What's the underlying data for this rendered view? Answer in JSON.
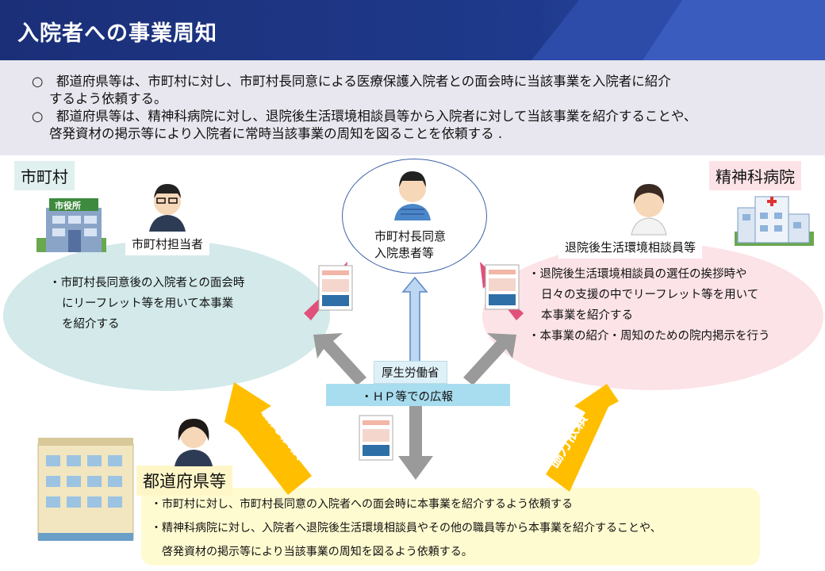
{
  "header": {
    "title": "入院者への事業周知"
  },
  "summary": {
    "lines": [
      "○　都道府県等は、市町村に対し、市町村長同意による医療保護入院者との面会時に当該事業を入院者に紹介",
      "するよう依頼する。",
      "○　都道府県等は、精神科病院に対し、退院後生活環境相談員等から入院者に対して当該事業を紹介することや、",
      "啓発資材の掲示等により入院者に常時当該事業の周知を図ることを依頼する ."
    ]
  },
  "municipality": {
    "tag": "市町村",
    "building_sign": "市役所",
    "staff_label": "市町村担当者",
    "bullets": [
      "・市町村長同意後の入院者との面会時",
      "にリーフレット等を用いて本事業",
      "を紹介する"
    ]
  },
  "hospital": {
    "tag": "精神科病院",
    "staff_label": "退院後生活環境相談員等",
    "bullets": [
      "・退院後生活環境相談員の選任の挨拶時や",
      "日々の支援の中でリーフレット等を用いて",
      "本事業を紹介する",
      "・本事業の紹介・周知のための院内掲示を行う"
    ]
  },
  "patient": {
    "label_line1": "市町村長同意",
    "label_line2": "入院患者等"
  },
  "mhlw": {
    "tag": "厚生労働省",
    "action": "・ＨＰ等での広報"
  },
  "prefecture": {
    "tag": "都道府県等",
    "bullets": [
      "・市町村に対し、市町村長同意の入院者への面会時に本事業を紹介するよう依頼する",
      "・精神科病院に対し、入院者へ退院後生活環境相談員やその他の職員等から本事業を紹介することや、",
      "啓発資材の掲示等により当該事業の周知を図るよう依頼する。"
    ]
  },
  "arrows": {
    "request_label": "協力依頼"
  },
  "colors": {
    "header_bg": "#1f3a8c",
    "summary_bg": "#e8e6ee",
    "municipality_ellipse": "#d3e9ea",
    "municipality_tag_bg": "#e0f0ef",
    "hospital_ellipse": "#fce3e7",
    "hospital_tag_bg": "#fce3e7",
    "prefecture_tag_bg": "#fff6c8",
    "prefecture_box_bg": "#fffbd0",
    "mhlw_bg": "#a8dcef",
    "request_arrow": "#ffbf00",
    "gray_arrow": "#9a9a9a",
    "pink_arrow": "#e0507a",
    "blue_arrow": "#bcd7f2"
  }
}
